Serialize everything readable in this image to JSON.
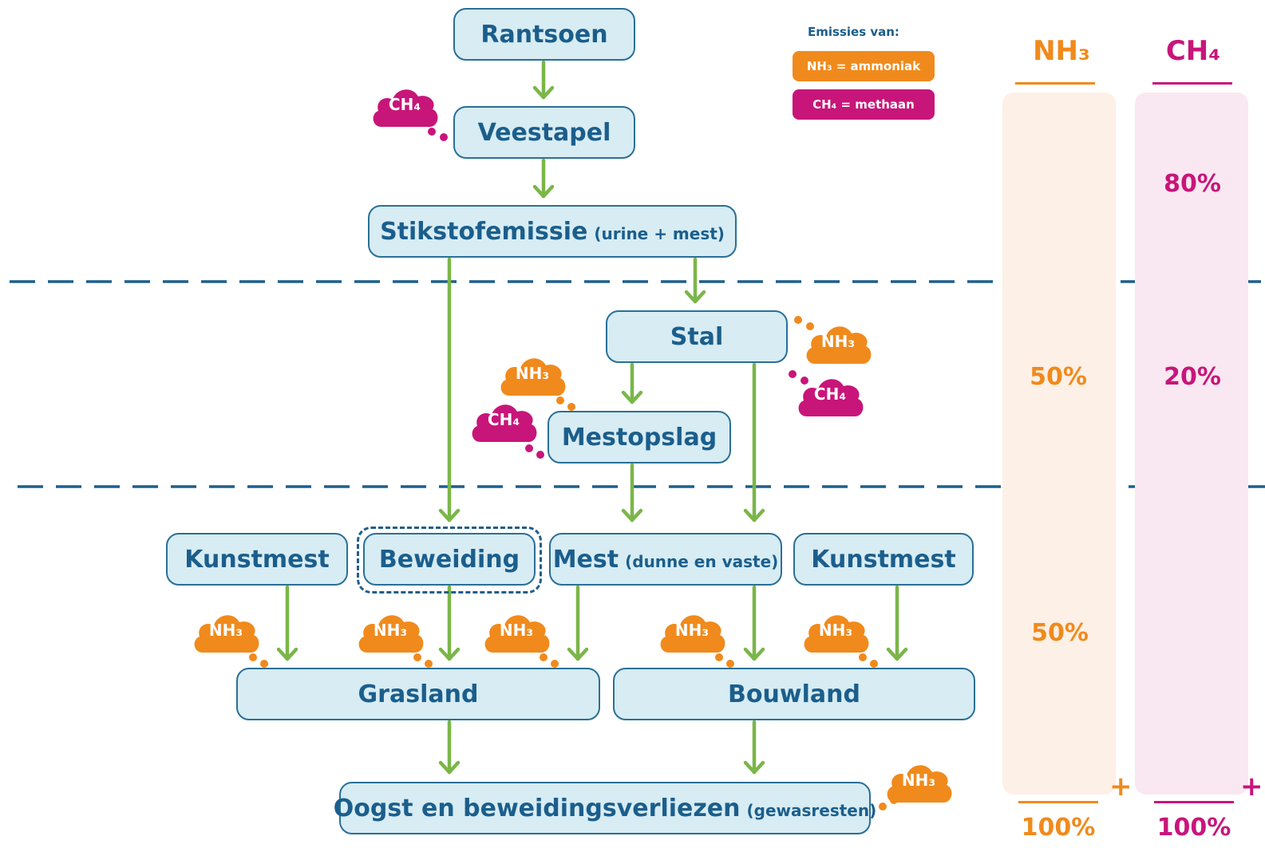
{
  "legend": {
    "title": "Emissies van:",
    "nh3_label": "NH₃ = ammoniak",
    "ch4_label": "CH₄ = methaan"
  },
  "nodes": {
    "rantsoen": "Rantsoen",
    "veestapel": "Veestapel",
    "stikstof_main": "Stikstofemissie",
    "stikstof_sub": "(urine + mest)",
    "stal": "Stal",
    "mestopslag": "Mestopslag",
    "kunstmest_left": "Kunstmest",
    "beweiding": "Beweiding",
    "mest_main": "Mest",
    "mest_sub": "(dunne en vaste)",
    "kunstmest_right": "Kunstmest",
    "grasland": "Grasland",
    "bouwland": "Bouwland",
    "oogst_main": "Oogst en beweidingsverliezen",
    "oogst_sub": "(gewasresten)"
  },
  "emission_labels": {
    "nh3": "NH₃",
    "ch4": "CH₄"
  },
  "columns": {
    "nh3": {
      "header": "NH₃",
      "values": [
        "50%",
        "50%"
      ],
      "plus": "+",
      "total": "100%"
    },
    "ch4": {
      "header": "CH₄",
      "values": [
        "80%",
        "20%"
      ],
      "plus": "+",
      "total": "100%"
    }
  },
  "colors": {
    "nh3": "#f08a1c",
    "ch4": "#c8157a",
    "node_fill": "#d7ecf3",
    "node_border": "#2a6f97",
    "text_blue": "#1b5e8c",
    "arrow_green": "#7ab648",
    "divider_blue": "#1f5f8b"
  }
}
